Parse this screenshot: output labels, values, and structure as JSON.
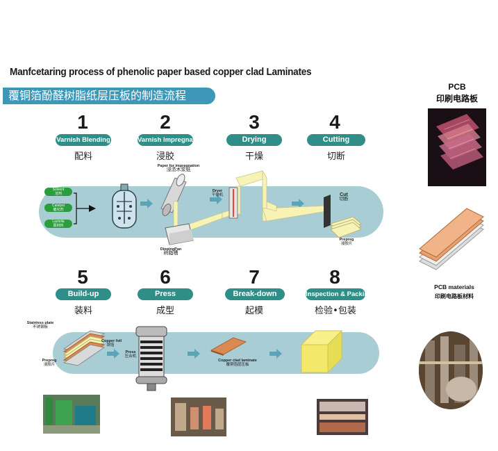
{
  "header": {
    "title_en": "Manfcetaring process of phenolic paper based  copper  clad Laminates",
    "title_cn": "覆铜箔酚醛树脂纸层压板的制造流程"
  },
  "steps": [
    {
      "num": "1",
      "en": "Varnish Blending",
      "cn": "配料"
    },
    {
      "num": "2",
      "en": "Varnish Impregnation",
      "cn": "浸胶"
    },
    {
      "num": "3",
      "en": "Drying",
      "cn": "干燥"
    },
    {
      "num": "4",
      "en": "Cutting",
      "cn": "切断"
    },
    {
      "num": "5",
      "en": "Build-up",
      "cn": "装料"
    },
    {
      "num": "6",
      "en": "Press",
      "cn": "成型"
    },
    {
      "num": "7",
      "en": "Break-down",
      "cn": "起模"
    },
    {
      "num": "8",
      "en": "Inspection & Packing",
      "cn": "检验•包装"
    }
  ],
  "inputs": [
    {
      "en": "Solvent",
      "cn": "溶剂"
    },
    {
      "en": "Catalyst",
      "cn": "催化剂"
    },
    {
      "en": "Lacteila",
      "cn": "原材料"
    }
  ],
  "labels": {
    "paper_en": "Paper for impregnation",
    "paper_cn": "浸渍木浆纸",
    "dipping_en": "DippingPan",
    "dipping_cn": "树脂槽",
    "dryer_en": "Dryer",
    "dryer_cn": "干燥机",
    "cut_en": "Cut",
    "cut_cn": "切断",
    "prepreg_en": "Prepreg",
    "prepreg_cn": "浸胶片",
    "stainless_en": "Stainless plate",
    "stainless_cn": "不锈钢板",
    "copper_en": "Copper foil",
    "copper_cn": "铜箔",
    "prepreg2_en": "Prepreg",
    "prepreg2_cn": "浸胶片",
    "press_en": "Press",
    "press_cn": "压合机",
    "ccl_en": "Copper clad laminate",
    "ccl_cn": "覆铜箔层压板"
  },
  "side": {
    "pcb_en": "PCB",
    "pcb_cn": "印刷电路板",
    "materials_en": "PCB materials",
    "materials_cn": "印刷电路板材料"
  },
  "colors": {
    "band": "#a9cdd4",
    "pill": "#2f8e88",
    "title_bar": "#3d98b7",
    "paper": "#f6f3b4",
    "copper": "#d98a52"
  }
}
